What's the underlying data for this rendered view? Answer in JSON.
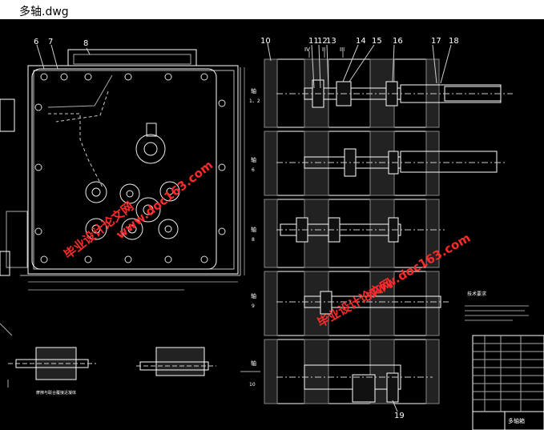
{
  "window": {
    "title": "多轴.dwg"
  },
  "part_numbers": {
    "n6": "6",
    "n7": "7",
    "n8": "8",
    "n10": "10",
    "n11": "11",
    "n12": "12",
    "n13": "13",
    "n14": "14",
    "n15": "15",
    "n16": "16",
    "n17": "17",
    "n18": "18",
    "n19": "19"
  },
  "roman_labels": {
    "r1": "IV",
    "r2": "II",
    "r3": "III"
  },
  "shaft_labels": [
    "轴\n1、2",
    "轴\n6",
    "轴\n8",
    "轴\n9",
    "轴\n10"
  ],
  "shaft_label_words": [
    "轴",
    "1、2",
    "6",
    "8",
    "9",
    "10"
  ],
  "section_caption": "摩擦与联合覆接近凝体",
  "tech_requirements_title": "技术要求",
  "title_block": {
    "name": "多轴箱"
  },
  "watermarks": {
    "a": "毕业设计论文网",
    "b": "www.doc163.com"
  }
}
